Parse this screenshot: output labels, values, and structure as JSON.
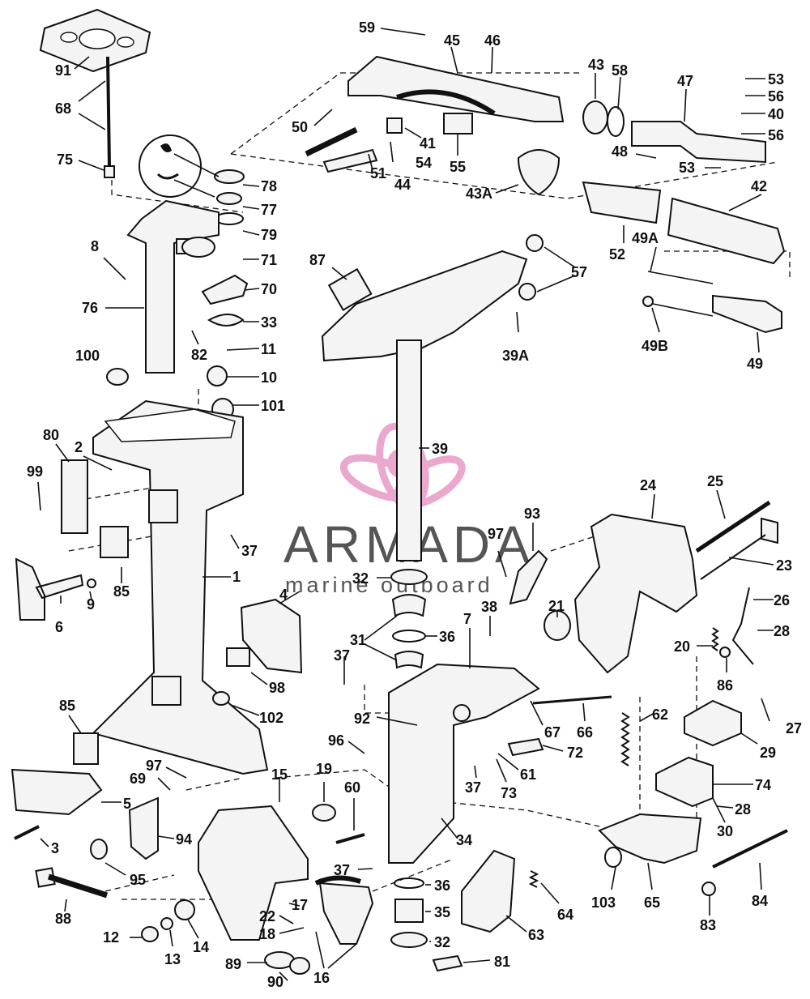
{
  "watermark": {
    "brand": "ARMADA",
    "tagline": "marine outboard",
    "brand_color": "#555555",
    "logo_color": "#e89ac6"
  },
  "callouts": [
    "1",
    "2",
    "3",
    "4",
    "5",
    "6",
    "7",
    "8",
    "9",
    "10",
    "11",
    "12",
    "13",
    "14",
    "15",
    "16",
    "17",
    "18",
    "19",
    "20",
    "21",
    "22",
    "23",
    "24",
    "25",
    "26",
    "27",
    "28",
    "29",
    "30",
    "31",
    "32",
    "33",
    "34",
    "35",
    "36",
    "37",
    "38",
    "39",
    "39A",
    "40",
    "41",
    "42",
    "43",
    "43A",
    "44",
    "45",
    "46",
    "47",
    "48",
    "49",
    "49A",
    "49B",
    "50",
    "51",
    "52",
    "53",
    "54",
    "55",
    "56",
    "57",
    "58",
    "59",
    "60",
    "61",
    "62",
    "63",
    "64",
    "65",
    "66",
    "67",
    "69",
    "70",
    "71",
    "72",
    "73",
    "74",
    "75",
    "76",
    "77",
    "78",
    "79",
    "80",
    "81",
    "82",
    "83",
    "84",
    "85",
    "86",
    "87",
    "88",
    "89",
    "90",
    "91",
    "92",
    "93",
    "94",
    "95",
    "96",
    "97",
    "98",
    "99",
    "100",
    "101",
    "102",
    "103",
    "68"
  ]
}
